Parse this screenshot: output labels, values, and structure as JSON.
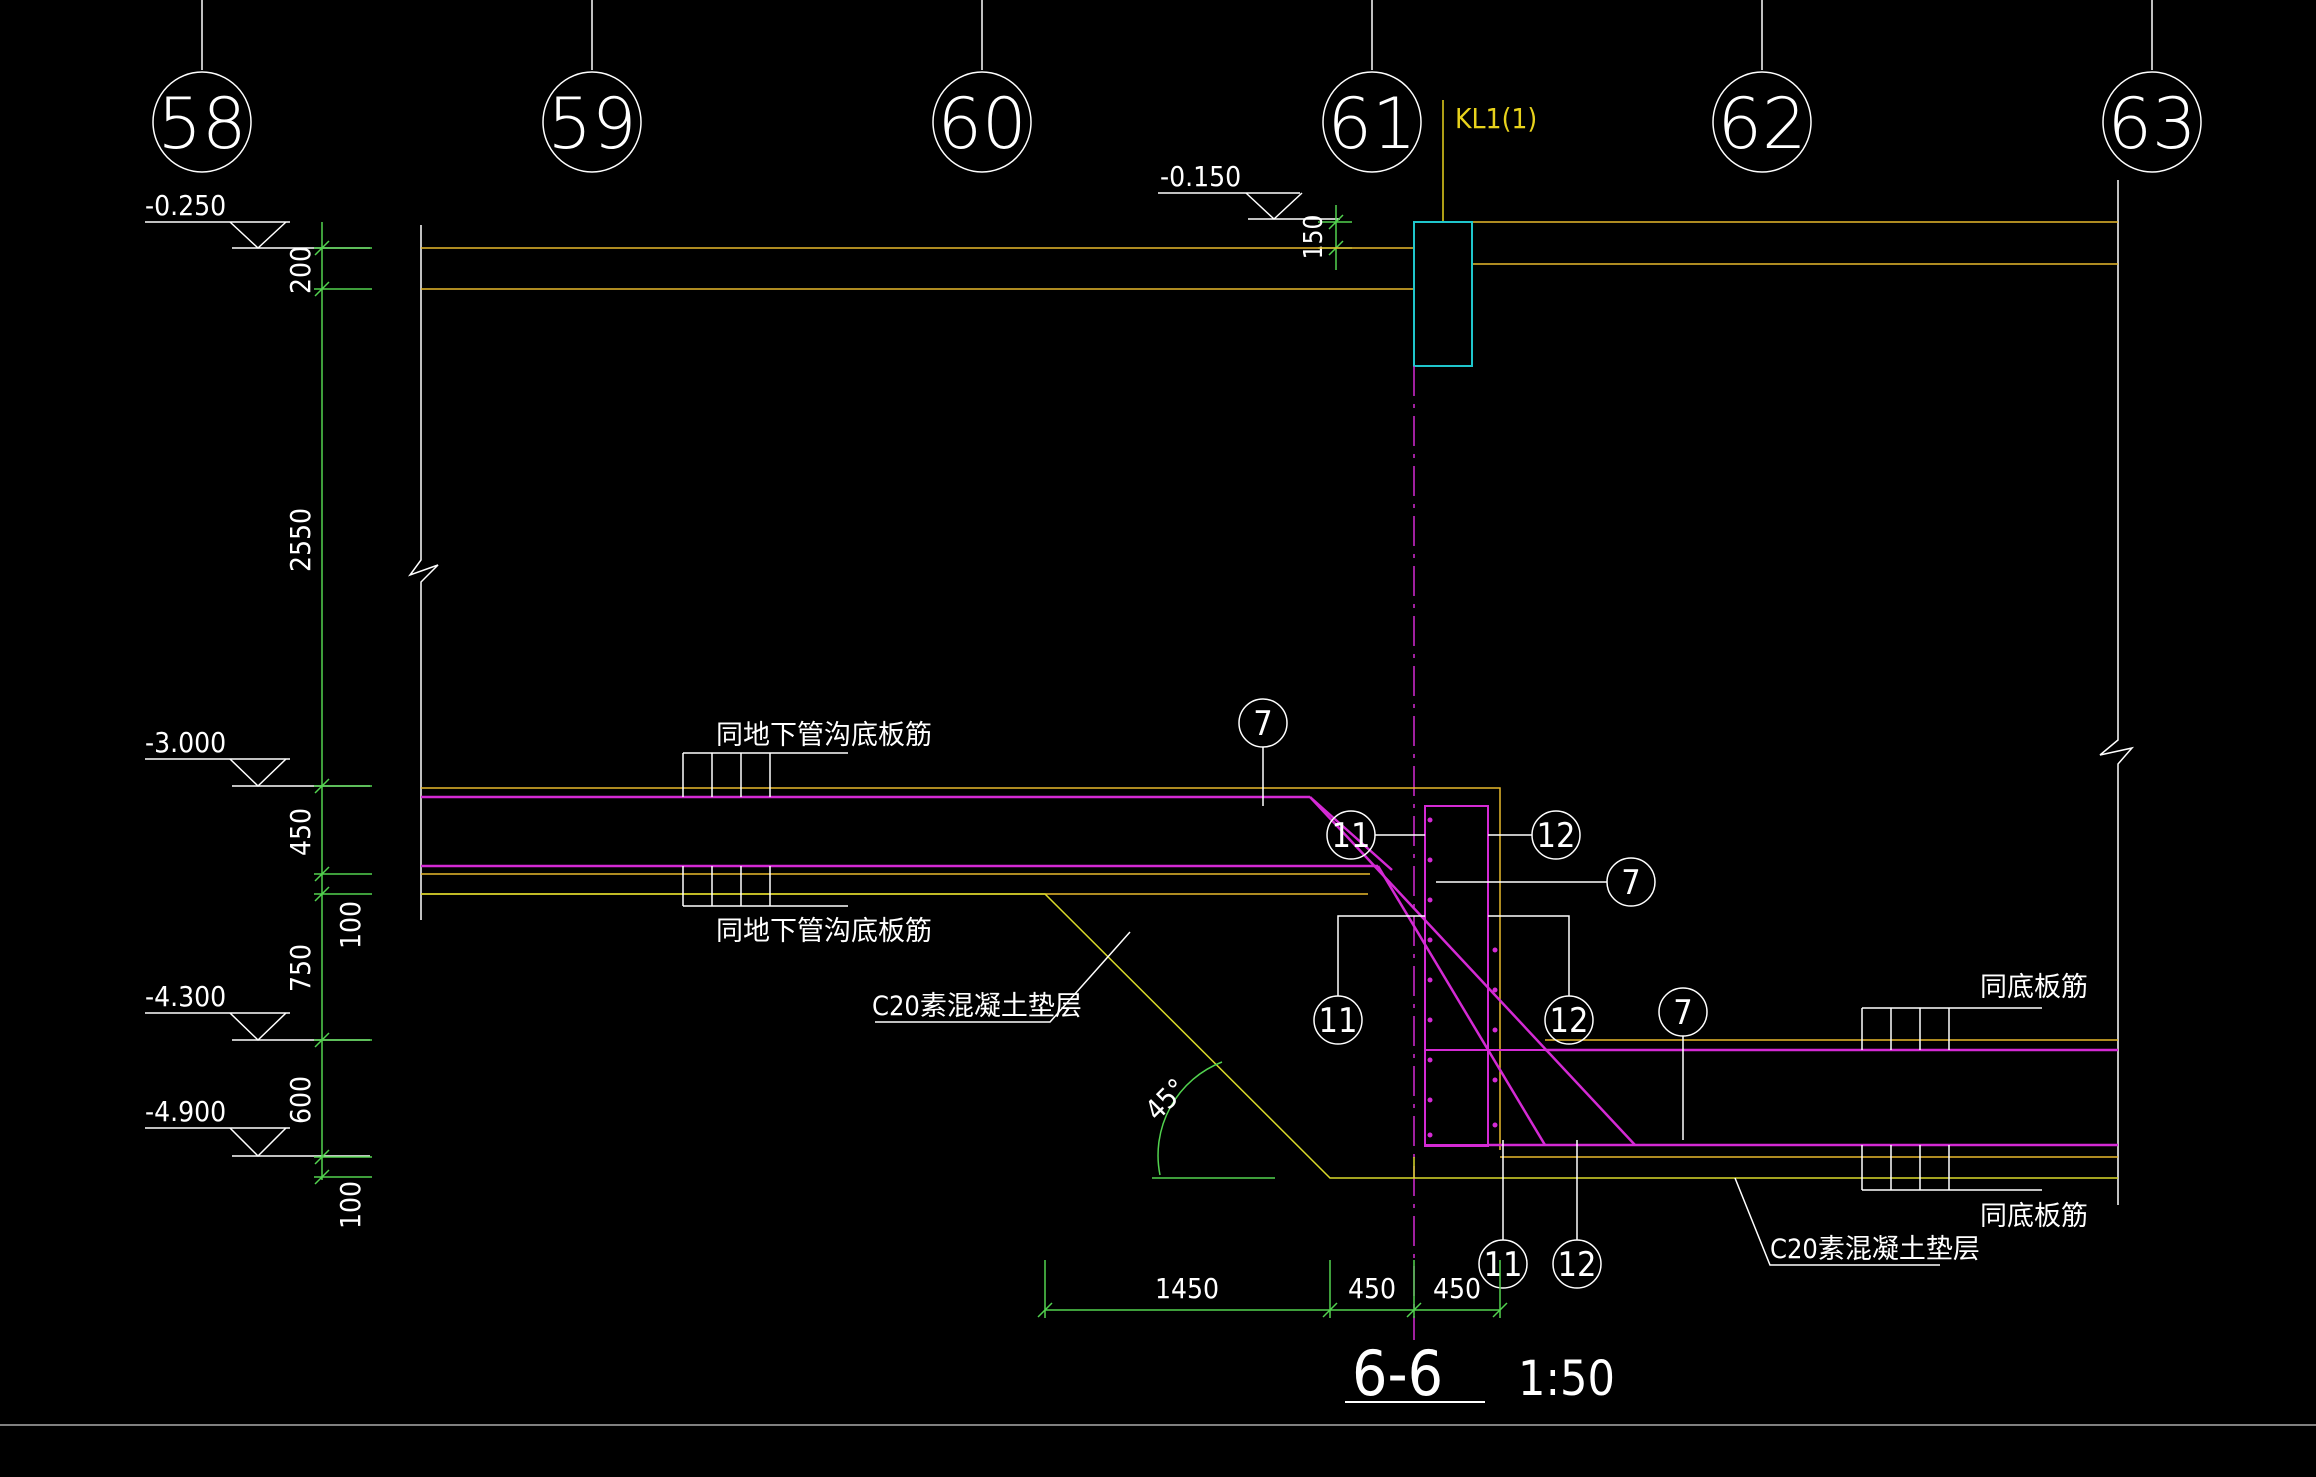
{
  "colors": {
    "background": "#000000",
    "axis": "#ffffff",
    "concrete": "#e8b92c",
    "rebar": "#d42ad4",
    "beam": "#1fc6cc",
    "centerline": "#d42ad4",
    "dimension": "#52d24f",
    "cushion": "#d9d92a",
    "text": "#ffffff",
    "beam_label": "#e8d21c"
  },
  "axes": [
    "58",
    "59",
    "60",
    "61",
    "62",
    "63"
  ],
  "beam_label": "KL1(1)",
  "elevations": [
    "-0.250",
    "-0.150",
    "-3.000",
    "-4.300",
    "-4.900"
  ],
  "dims": {
    "v200": "200",
    "v2550": "2550",
    "v450": "450",
    "v100a": "100",
    "v750": "750",
    "v600": "600",
    "v100b": "100",
    "v150": "150",
    "h1450": "1450",
    "h450a": "450",
    "h450b": "450"
  },
  "angle": "45°",
  "notes": {
    "same_trench_bottom": "同地下管沟底板筋",
    "same_bottom": "同底板筋",
    "cushion": "C20素混凝土垫层"
  },
  "rebar_marks": [
    "7",
    "11",
    "12"
  ],
  "section": {
    "title": "6-6",
    "scale": "1:50"
  }
}
